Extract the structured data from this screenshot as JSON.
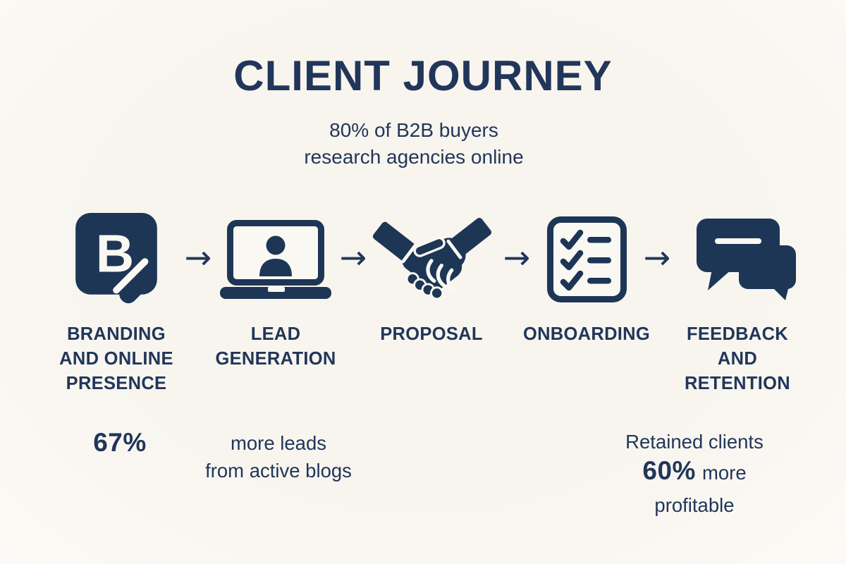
{
  "colors": {
    "background": "#faf8f3",
    "ink": "#21365a",
    "icon": "#1e3656"
  },
  "header": {
    "title": "CLIENT JOURNEY",
    "subtitle_line1": "80% of B2B buyers",
    "subtitle_line2": "research agencies online"
  },
  "journey": {
    "arrow_glyph": "→",
    "stages": [
      {
        "name": "branding",
        "label": "BRANDING\nAND ONLINE\nPRESENCE",
        "icon": "branding-letter-pencil-icon"
      },
      {
        "name": "lead-generation",
        "label": "LEAD\nGENERATION",
        "icon": "laptop-person-icon"
      },
      {
        "name": "proposal",
        "label": "PROPOSAL",
        "icon": "handshake-icon"
      },
      {
        "name": "onboarding",
        "label": "ONBOARDING",
        "icon": "checklist-icon"
      },
      {
        "name": "feedback-retention",
        "label": "FEEDBACK\nAND\nRETENTION",
        "icon": "chat-bubbles-icon"
      }
    ]
  },
  "stats": {
    "branding": {
      "value": "67%"
    },
    "leads": {
      "line1": "more leads",
      "line2": "from active blogs"
    },
    "retention": {
      "line1": "Retained clients",
      "value": "60%",
      "suffix": "more",
      "line3": "profitable"
    }
  }
}
